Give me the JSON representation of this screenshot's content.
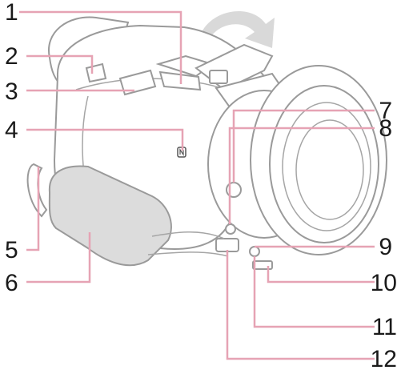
{
  "callouts": [
    {
      "label": "1"
    },
    {
      "label": "2"
    },
    {
      "label": "3"
    },
    {
      "label": "4"
    },
    {
      "label": "5"
    },
    {
      "label": "6"
    },
    {
      "label": "7"
    },
    {
      "label": "8"
    },
    {
      "label": "9"
    },
    {
      "label": "10"
    },
    {
      "label": "11"
    },
    {
      "label": "12"
    }
  ],
  "colors": {
    "leader": "#e6a3b4",
    "outline": "#9a9a9a",
    "strap_fill": "#dcdcdc",
    "arrow_fill": "#d9d9d9"
  }
}
